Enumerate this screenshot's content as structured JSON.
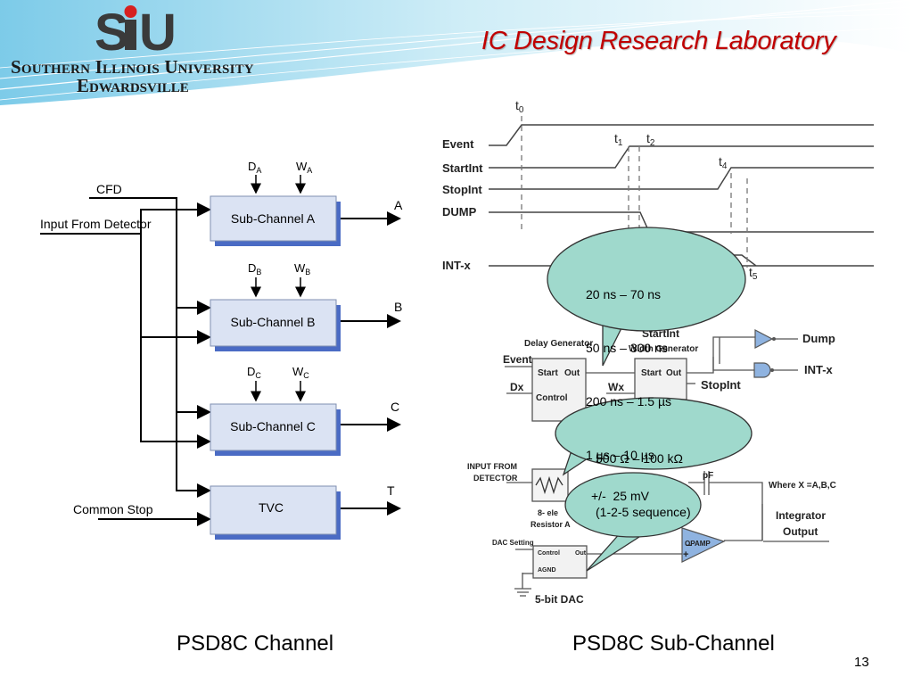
{
  "header": {
    "logo_text": "SIU",
    "university_line1": "Southern Illinois University",
    "university_line2": "Edwardsville",
    "title": "IC Design Research Laboratory"
  },
  "left_diagram": {
    "inputs": {
      "cfd": "CFD",
      "detector": "Input From Detector",
      "common_stop": "Common Stop"
    },
    "blocks": [
      {
        "label": "Sub-Channel A",
        "d_main": "D",
        "d_sub": "A",
        "w_main": "W",
        "w_sub": "A",
        "output": "A"
      },
      {
        "label": "Sub-Channel B",
        "d_main": "D",
        "d_sub": "B",
        "w_main": "W",
        "w_sub": "B",
        "output": "B"
      },
      {
        "label": "Sub-Channel C",
        "d_main": "D",
        "d_sub": "C",
        "w_main": "W",
        "w_sub": "C",
        "output": "C"
      },
      {
        "label": "TVC",
        "output": "T"
      }
    ]
  },
  "timing": {
    "signals": [
      "Event",
      "StartInt",
      "StopInt",
      "DUMP",
      "INT-x"
    ],
    "markers": [
      {
        "main": "t",
        "sub": "0"
      },
      {
        "main": "t",
        "sub": "1"
      },
      {
        "main": "t",
        "sub": "2"
      },
      {
        "main": "t",
        "sub": "4"
      },
      {
        "main": "t",
        "sub": "5"
      }
    ]
  },
  "schematic": {
    "delay_generator": "Delay Generator",
    "width_generator_line1": "StartInt",
    "width_generator_line2": "Width Generator",
    "event": "Event",
    "dx": "Dx",
    "wx": "Wx",
    "start": "Start",
    "out": "Out",
    "control": "Control",
    "stopint": "StopInt",
    "dump": "Dump",
    "intx": "INT-x",
    "input_from_detector_1": "INPUT FROM",
    "input_from_detector_2": "DETECTOR",
    "resistor_1": "8- ele",
    "resistor_2": "Resistor A",
    "dac_setting": "DAC Setting",
    "dac_control": "Control",
    "dac_out": "Out",
    "agnd": "AGND",
    "dac": "5-bit DAC",
    "opamp": "OPAMP",
    "pf": "pF",
    "where": "Where X =A,B,C",
    "integrator_1": "Integrator",
    "integrator_2": "Output"
  },
  "callouts": {
    "timing_ranges": [
      "20 ns – 70 ns",
      "50 ns – 300 ns",
      "200 ns – 1.5 µs",
      "1 µs – 10 µs"
    ],
    "resistance": [
      "500 Ω – 100 kΩ",
      "(1-2-5 sequence)"
    ],
    "voltage": "+/-  25 mV"
  },
  "captions": {
    "left": "PSD8C Channel",
    "right": "PSD8C Sub-Channel"
  },
  "page_number": "13",
  "colors": {
    "title": "#c00000",
    "block_fill": "#dbe3f3",
    "block_shadow": "#4a6bc4",
    "bubble_fill": "#9fd9cc",
    "opamp_fill": "#8fb3e0"
  }
}
